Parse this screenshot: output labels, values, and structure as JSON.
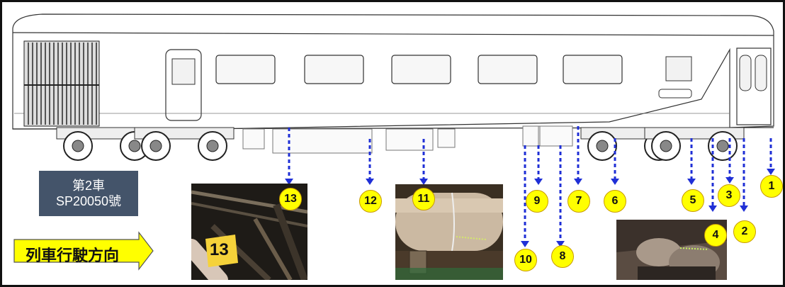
{
  "car_label": {
    "line1": "第2車",
    "line2": "SP20050號"
  },
  "direction_label": "列車行駛方向",
  "markers": [
    {
      "id": "1",
      "label": "1"
    },
    {
      "id": "2",
      "label": "2"
    },
    {
      "id": "3",
      "label": "3"
    },
    {
      "id": "4",
      "label": "4"
    },
    {
      "id": "5",
      "label": "5"
    },
    {
      "id": "6",
      "label": "6"
    },
    {
      "id": "7",
      "label": "7"
    },
    {
      "id": "8",
      "label": "8"
    },
    {
      "id": "9",
      "label": "9"
    },
    {
      "id": "10",
      "label": "10"
    },
    {
      "id": "11",
      "label": "11"
    },
    {
      "id": "12",
      "label": "12"
    },
    {
      "id": "13",
      "label": "13"
    }
  ],
  "photos": {
    "p13": {
      "card_text": "13",
      "marker": "13"
    },
    "p11": {
      "marker": "11"
    },
    "p4": {
      "marker": "4"
    }
  },
  "colors": {
    "arrow": "#1f2fd6",
    "marker_fill": "#ffff00",
    "label_bg": "#44546a",
    "direction_arrow": "#ffff00"
  }
}
